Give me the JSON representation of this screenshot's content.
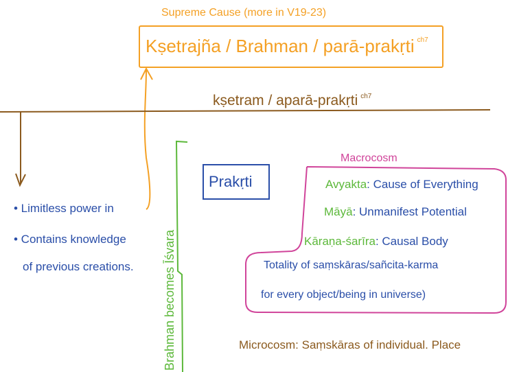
{
  "supreme_cause": {
    "label": "Supreme Cause (more in V19-23)",
    "title": "Kṣetrajña / Brahman / parā-prakṛti",
    "ref": "ch7"
  },
  "kshetram": {
    "label": "kṣetram / aparā-prakṛti",
    "ref": "ch7"
  },
  "isvara_notes": [
    "• Limitless power in",
    "• Contains knowledge",
    "of previous creations."
  ],
  "bracket_label": "Brahman becomes Īśvara",
  "prakrti_box": "Prakṛti",
  "macrocosm": {
    "title": "Macrocosm",
    "rows": [
      {
        "term": "Avyakta",
        "def": ": Cause of Everything"
      },
      {
        "term": "Māyā",
        "def": ": Unmanifest Potential"
      },
      {
        "term": "Kāraṇa-śarīra",
        "def": ": Causal Body"
      }
    ],
    "note_lines": [
      "Totality of saṃskāras/sañcita-karma",
      "for every object/being in universe)"
    ]
  },
  "microcosm": "Microcosm: Saṃskāras of individual. Place",
  "colors": {
    "orange": "#f4a024",
    "brown": "#8b5a1e",
    "blue": "#2a4ea8",
    "green": "#5cb83a",
    "pink": "#d0449a"
  }
}
